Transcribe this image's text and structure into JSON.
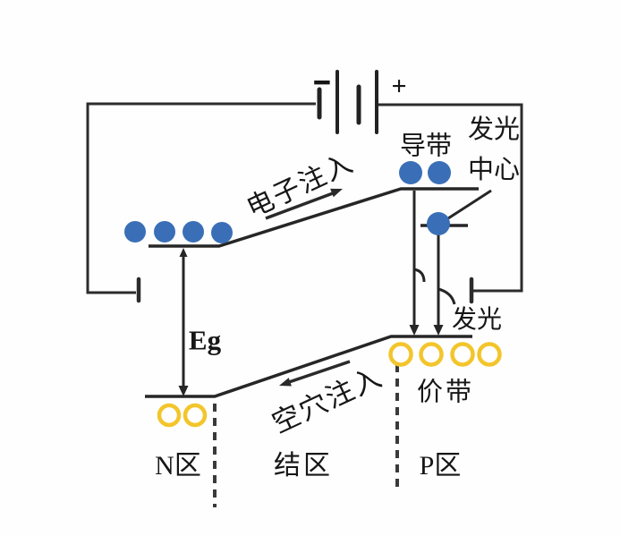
{
  "circuit": {
    "battery_minus_label": "−",
    "battery_plus_label": "+"
  },
  "bands": {
    "conduction_band_label": "导带",
    "valence_band_label": "价带",
    "band_gap_label": "Eg"
  },
  "processes": {
    "electron_injection_label": "电子注入",
    "hole_injection_label": "空穴注入",
    "luminescent_center_label_line1": "发光",
    "luminescent_center_label_line2": "中心",
    "emission_label": "发光"
  },
  "regions": {
    "n_region_label": "N区",
    "junction_region_label": "结区",
    "p_region_label": "P区"
  },
  "particles": {
    "electron_color": "#3a6fb8",
    "hole_color": "#f3c52c",
    "n_conduction_electrons": 4,
    "p_conduction_electrons": 2,
    "center_electrons": 1,
    "n_valence_holes": 2,
    "p_valence_holes": 4
  },
  "style": {
    "line_color": "#2c2c2c"
  }
}
